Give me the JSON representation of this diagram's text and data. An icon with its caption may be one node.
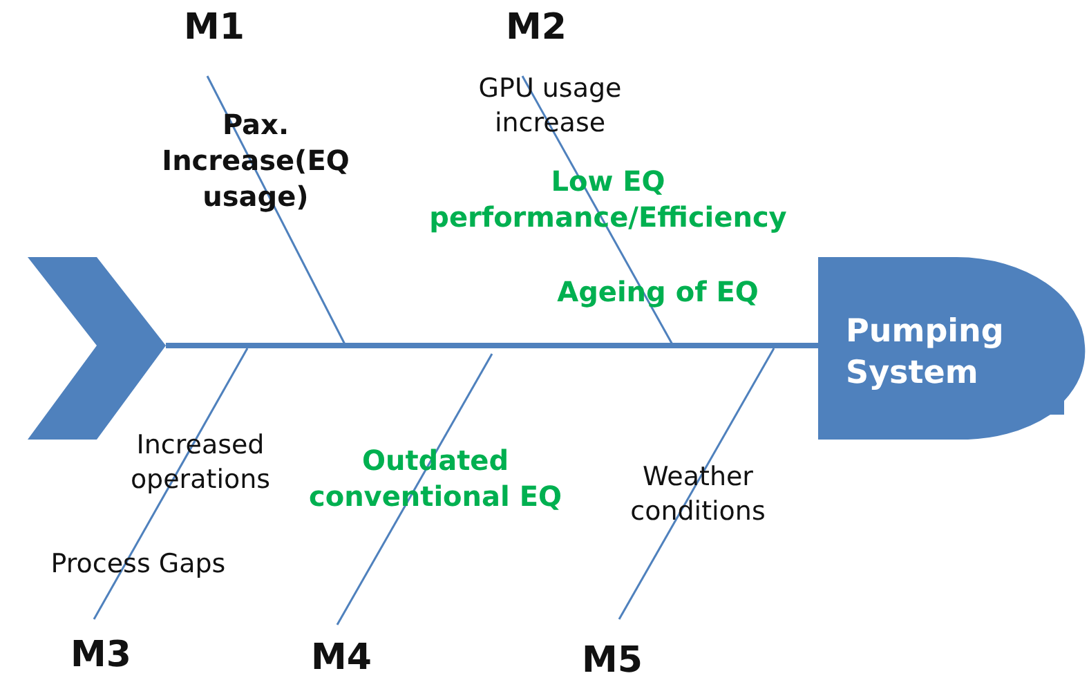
{
  "diagram": {
    "nodes": [
      {
        "text": [],
        "shape": "chevron"
      },
      {
        "text": [
          "Pumping System"
        ]
      }
    ],
    "edges": [
      {
        "from": 0,
        "to": 1,
        "arrow": "none"
      }
    ],
    "labels": [
      "M1",
      "M2",
      "GPU usage increase",
      "Pax. Increase(EQ usage)",
      "Low EQ performance/Efficiency",
      "Ageing of EQ",
      "Increased operations",
      "Outdated conventional EQ",
      "Weather conditions",
      "Process Gaps",
      "M3",
      "M4",
      "M5"
    ]
  }
}
